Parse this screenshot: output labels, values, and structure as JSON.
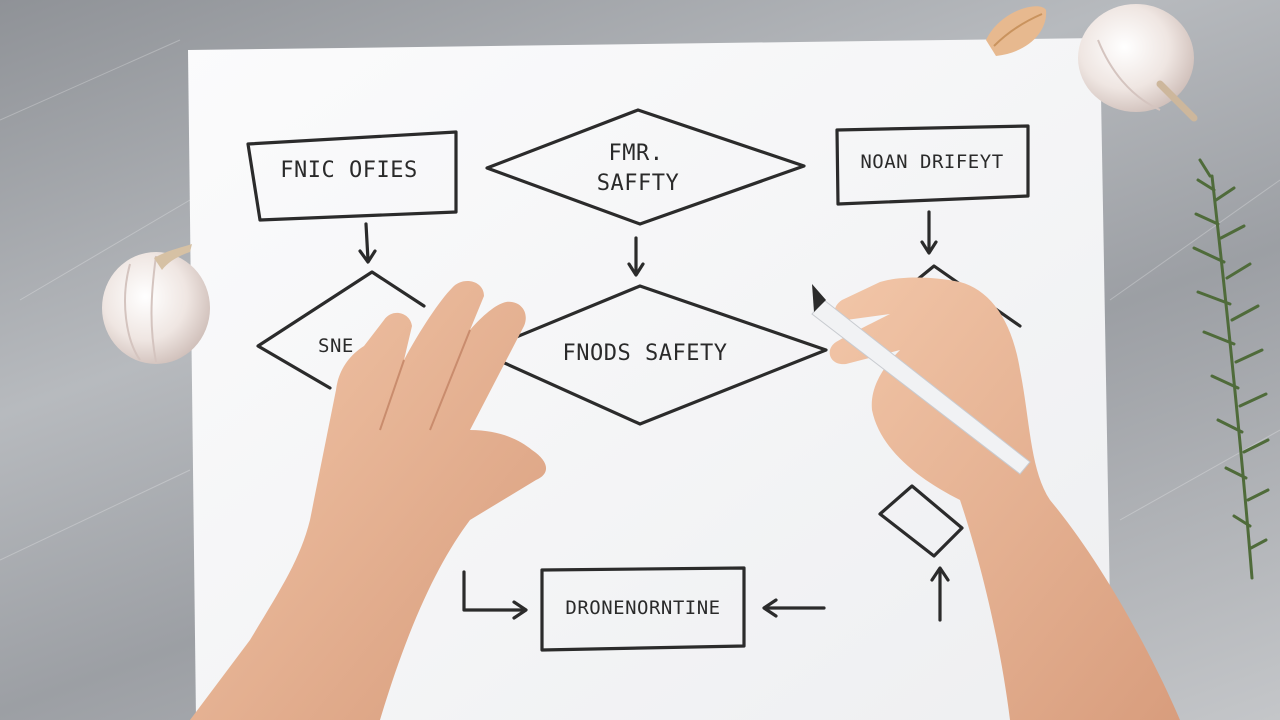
{
  "flowchart": {
    "box_top_left": "FNIC OFIES",
    "diamond_top_center_line1": "FMR.",
    "diamond_top_center_line2": "SAFFTY",
    "box_top_right": "NOAN DRIFEYT",
    "diamond_mid_left": "SNE",
    "diamond_mid_center": "FNODS SAFETY",
    "box_bottom_center": "DRONENORNTINE"
  },
  "colors": {
    "paper": "#f7f7f8",
    "ink": "#2b2b2b",
    "skin": "#e7b496",
    "garlic": "#efe6e2",
    "rosemary": "#4f6b3a"
  }
}
